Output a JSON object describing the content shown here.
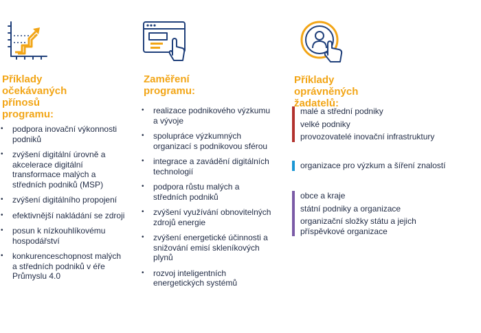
{
  "colors": {
    "accent": "#f2a516",
    "icon_stroke": "#1f3f7a",
    "text": "#1f2a44",
    "bar_red": "#b2312d",
    "bar_blue": "#1a96d4",
    "bar_purple": "#7a5aa6"
  },
  "col1": {
    "icon": "growth-chart-icon",
    "heading_lines": [
      "Příklady",
      "očekávaných",
      "přínosů programu:"
    ],
    "items": [
      "podpora inovační výkonnosti podniků",
      "zvýšení digitální úrovně a akcelerace digitální transformace malých a středních podniků (MSP)",
      "zvýšení digitálního propojení",
      "efektivnější nakládání se zdroji",
      "posun k nízkouhlíkovému hospodářství",
      "konkurenceschopnost malých a středních podniků v éře Průmyslu 4.0"
    ]
  },
  "col2": {
    "icon": "browser-click-icon",
    "heading_lines": [
      "Zaměření",
      "programu:"
    ],
    "items": [
      "realizace podnikového výzkumu a vývoje",
      "spolupráce výzkumných organizací s podnikovou sférou",
      "integrace a zavádění digitálních technologií",
      "podpora růstu malých a středních podniků",
      "zvýšení využívání obnovitelných zdrojů energie",
      "zvýšení energetické účinnosti a snižování emisí skleníkových plynů",
      "rozvoj inteligentních energetických systémů"
    ]
  },
  "col3": {
    "icon": "user-touch-icon",
    "heading_lines": [
      "Příklady",
      "oprávněných žadatelů:"
    ],
    "groups": [
      {
        "color": "#b2312d",
        "items": [
          "malé a střední podniky",
          "velké podniky",
          "provozovatelé inovační infrastruktury"
        ]
      },
      {
        "color": "#1a96d4",
        "items": [
          "organizace pro výzkum a šíření znalostí"
        ]
      },
      {
        "color": "#7a5aa6",
        "items": [
          "obce a kraje",
          "státní podniky a organizace",
          "organizační složky státu a jejich příspěvkové organizace"
        ]
      }
    ]
  }
}
